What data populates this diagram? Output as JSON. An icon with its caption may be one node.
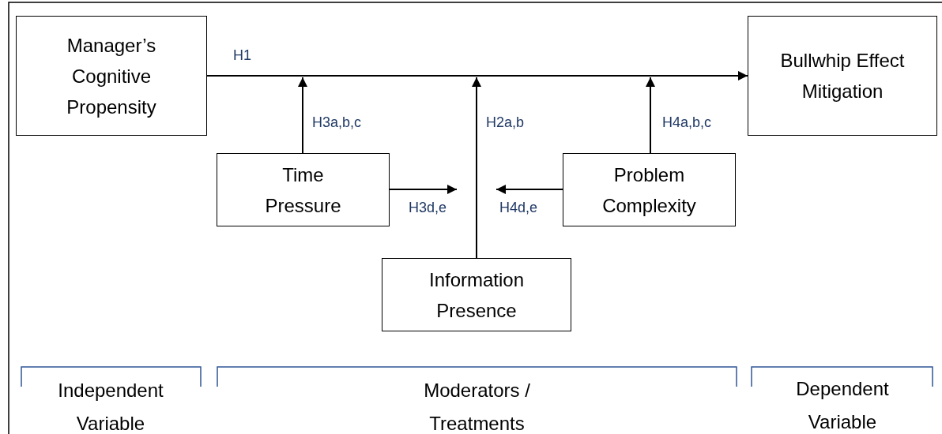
{
  "diagram": {
    "nodes": [
      {
        "text": [
          "Manager’s Cognitive Propensity"
        ]
      },
      {
        "text": [
          "Bullwhip Effect Mitigation"
        ]
      },
      {
        "text": [
          "Time Pressure"
        ]
      },
      {
        "text": [
          "Problem Complexity"
        ]
      },
      {
        "text": [
          "Information Presence"
        ]
      }
    ],
    "edges": [
      {
        "from": 0,
        "to": 1,
        "arrow": "to",
        "label": "H1"
      },
      {
        "from": 2,
        "to": null,
        "arrow": "to",
        "label": "H3a,b,c"
      },
      {
        "from": 4,
        "to": null,
        "arrow": "to",
        "label": "H2a,b"
      },
      {
        "from": 3,
        "to": null,
        "arrow": "to",
        "label": "H4a,b,c"
      },
      {
        "from": 2,
        "to": null,
        "arrow": "to",
        "label": "H3d,e"
      },
      {
        "from": 3,
        "to": null,
        "arrow": "to",
        "label": "H4d,e"
      }
    ],
    "labels": [
      "Independent Variable",
      "Moderators / Treatments",
      "Dependent Variable"
    ]
  }
}
